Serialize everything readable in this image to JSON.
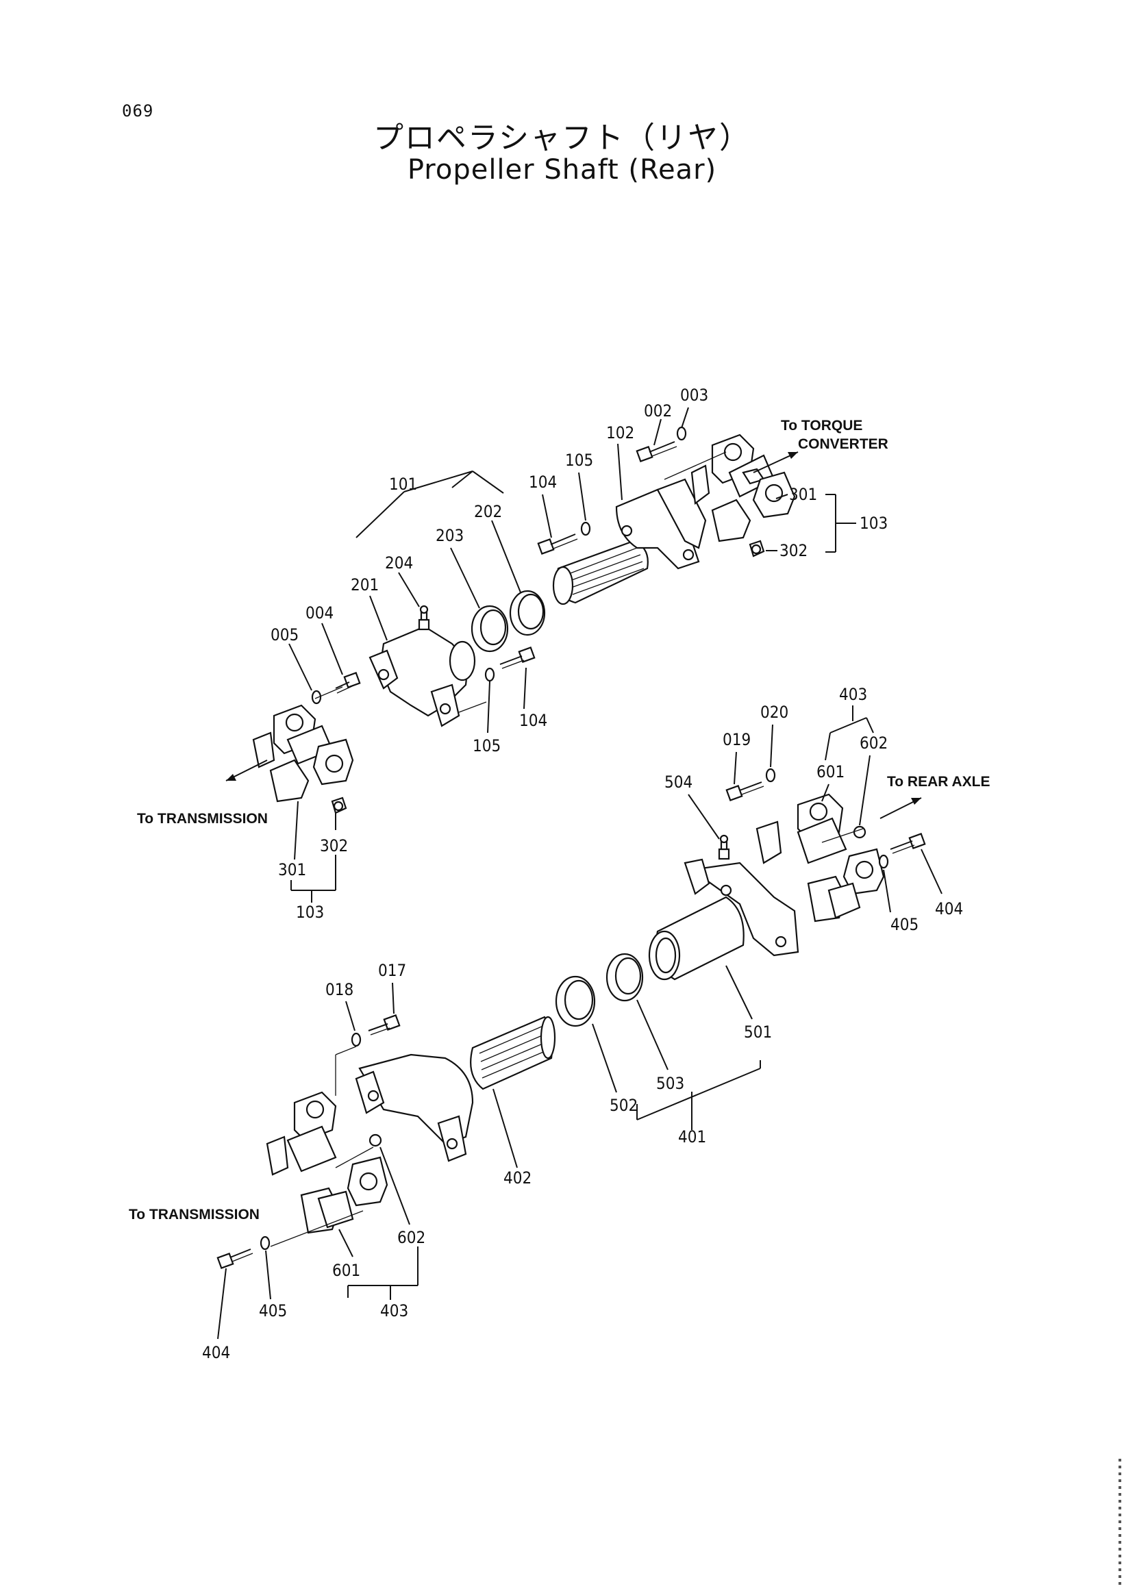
{
  "page_number": "069",
  "title_jp": "プロペラシャフト（リヤ）",
  "title_en": "Propeller Shaft (Rear)",
  "directions": {
    "torque_converter_1": "To TORQUE",
    "torque_converter_2": "CONVERTER",
    "transmission_upper": "To TRANSMISSION",
    "rear_axle": "To REAR AXLE",
    "transmission_lower": "To TRANSMISSION"
  },
  "callouts": {
    "c002": "002",
    "c003": "003",
    "c102": "102",
    "c105a": "105",
    "c104a": "104",
    "c101": "101",
    "c202": "202",
    "c203": "203",
    "c204": "204",
    "c201": "201",
    "c004": "004",
    "c005": "005",
    "c104b": "104",
    "c105b": "105",
    "c301a": "301",
    "c302a": "302",
    "c103a": "103",
    "c302b": "302",
    "c301b": "301",
    "c103b": "103",
    "c403a": "403",
    "c020": "020",
    "c019": "019",
    "c602a": "602",
    "c601a": "601",
    "c504": "504",
    "c405a": "405",
    "c404a": "404",
    "c501": "501",
    "c017": "017",
    "c018": "018",
    "c503": "503",
    "c502": "502",
    "c401": "401",
    "c402": "402",
    "c602b": "602",
    "c601b": "601",
    "c403b": "403",
    "c405b": "405",
    "c404b": "404"
  }
}
